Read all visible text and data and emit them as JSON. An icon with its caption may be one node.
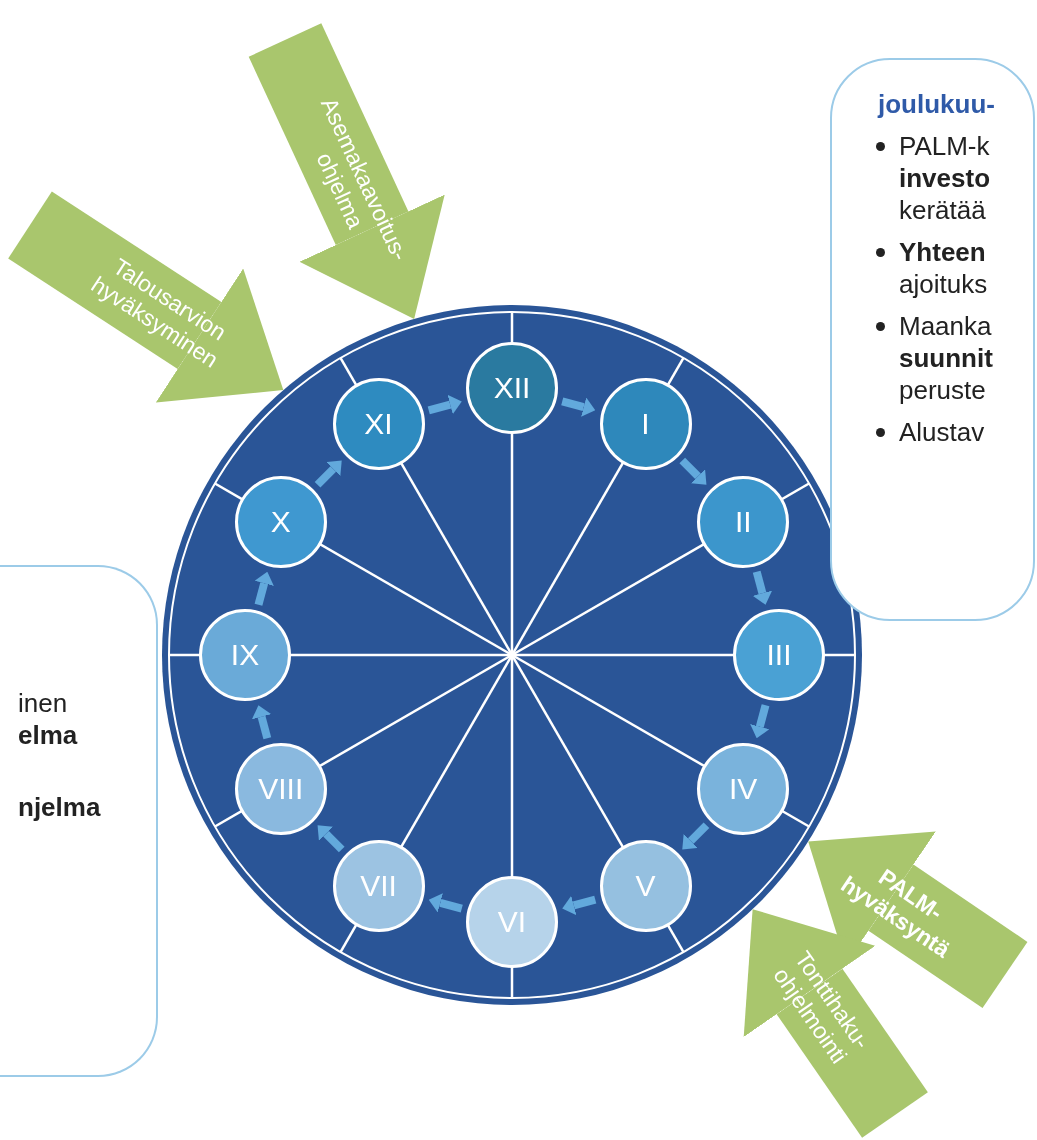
{
  "diagram": {
    "nodes": [
      {
        "text": [],
        "shape": "circle"
      },
      {
        "text": [
          "XII"
        ],
        "in": 0
      },
      {
        "text": [
          "I"
        ],
        "in": 0
      },
      {
        "text": [
          "II"
        ],
        "in": 0
      },
      {
        "text": [
          "III"
        ],
        "in": 0
      },
      {
        "text": [
          "IV"
        ],
        "in": 0
      },
      {
        "text": [
          "V"
        ],
        "in": 0
      },
      {
        "text": [
          "VI"
        ],
        "in": 0
      },
      {
        "text": [
          "VII"
        ],
        "in": 0
      },
      {
        "text": [
          "VIII"
        ],
        "in": 0
      },
      {
        "text": [
          "IX"
        ],
        "in": 0
      },
      {
        "text": [
          "X"
        ],
        "in": 0
      },
      {
        "text": [
          "XI"
        ],
        "in": 0
      },
      {
        "text": [
          "joulukuu-",
          "PALM-k **investo** kerätää",
          "**Yhteen** ajoituks",
          "Maanka **suunnit** peruste",
          "Alustav"
        ]
      },
      {
        "text": [
          "inen **elma**",
          "**njelma**"
        ]
      }
    ],
    "edges": [
      {
        "from": 1,
        "to": 2,
        "arrow": "to"
      },
      {
        "from": 2,
        "to": 3,
        "arrow": "to"
      },
      {
        "from": 3,
        "to": 4,
        "arrow": "to"
      },
      {
        "from": 4,
        "to": 5,
        "arrow": "to"
      },
      {
        "from": 5,
        "to": 6,
        "arrow": "to"
      },
      {
        "from": 6,
        "to": 7,
        "arrow": "to"
      },
      {
        "from": 7,
        "to": 8,
        "arrow": "to"
      },
      {
        "from": 8,
        "to": 9,
        "arrow": "to"
      },
      {
        "from": 9,
        "to": 10,
        "arrow": "to"
      },
      {
        "from": 10,
        "to": 11,
        "arrow": "to"
      },
      {
        "from": 11,
        "to": 12,
        "arrow": "to"
      },
      {
        "from": 12,
        "to": 1,
        "arrow": "to"
      },
      {
        "from": null,
        "to": 0,
        "arrow": "to",
        "label": "Talousarvion hyväksyminen",
        "style": "thick",
        "color": "#a9c66d"
      },
      {
        "from": null,
        "to": 0,
        "arrow": "to",
        "label": "Asemakaavoitus- ohjelma",
        "style": "thick",
        "color": "#a9c66d"
      },
      {
        "from": null,
        "to": 0,
        "arrow": "to",
        "label": "PALM- hyväksyntä",
        "style": "thick",
        "color": "#a9c66d"
      },
      {
        "from": null,
        "to": 0,
        "arrow": "to",
        "label": "Tonttihaku- ohjelmointi",
        "style": "thick",
        "color": "#a9c66d"
      }
    ]
  }
}
